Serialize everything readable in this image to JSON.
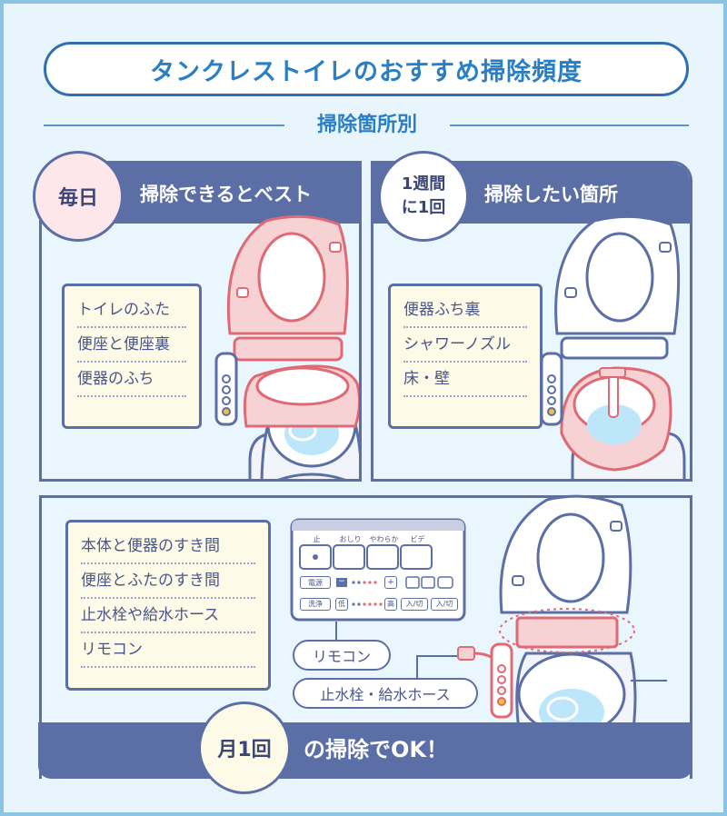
{
  "title": "タンクレストイレのおすすめ掃除頻度",
  "section_label": "掃除箇所別",
  "daily": {
    "badge": "毎日",
    "heading": "掃除できるとベスト",
    "items": [
      "トイレのふた",
      "便座と便座裏",
      "便器のふち"
    ]
  },
  "weekly": {
    "badge_line1": "1週間",
    "badge_line2": "に1回",
    "heading": "掃除したい箇所",
    "items": [
      "便器ふち裏",
      "シャワーノズル",
      "床・壁"
    ]
  },
  "monthly": {
    "items": [
      "本体と便器のすき間",
      "便座とふたのすき間",
      "止水栓や給水ホース",
      "リモコン"
    ],
    "remote_tag": "リモコン",
    "hose_tag": "止水栓・給水ホース",
    "badge": "月1回",
    "footer": "の掃除でOK！"
  },
  "remote": {
    "top_labels": [
      "止",
      "おしり",
      "やわらか",
      "ビデ"
    ],
    "row2": [
      "電源",
      "−",
      "+"
    ],
    "row3": [
      "洗浄",
      "低",
      "高",
      "入/切",
      "入/切"
    ]
  },
  "colors": {
    "navy": "#5b6ea6",
    "title_blue": "#2a7ec3",
    "highlight_red": "#e06a74",
    "highlight_fill": "#f6d2d5",
    "bg": "#e9f5fc",
    "note_bg": "#fdfbe7"
  }
}
